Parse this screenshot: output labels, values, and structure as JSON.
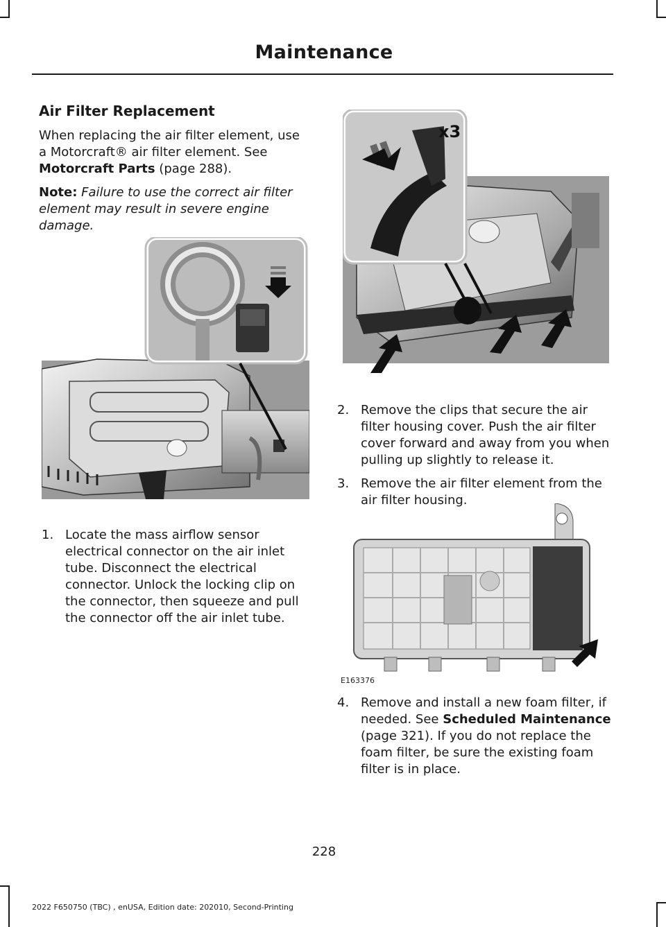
{
  "header": {
    "title": "Maintenance"
  },
  "section": {
    "heading": "Air Filter Replacement",
    "intro_text": "When replacing the air filter element, use a Motorcraft® air filter element.  See ",
    "intro_link": "Motorcraft Parts",
    "intro_page": " (page 288).",
    "note_label": "Note:",
    "note_text": " Failure to use the correct air filter element may result in severe engine damage."
  },
  "steps": [
    {
      "num": "1.",
      "text": "Locate the mass airflow sensor electrical connector on the air inlet tube.  Disconnect the electrical connector.  Unlock the locking clip on the connector, then squeeze and pull the connector off the air inlet tube."
    },
    {
      "num": "2.",
      "text": "Remove the clips that secure the air filter housing cover.  Push the air filter cover forward and away from you when pulling up slightly to release it."
    },
    {
      "num": "3.",
      "text": "Remove the air filter element from the air filter housing."
    },
    {
      "num": "4.",
      "text_a": "Remove and install a new foam filter, if needed.  See ",
      "link": "Scheduled Maintenance",
      "text_b": " (page 321).  If you do not replace the foam filter, be sure the existing foam filter is in place."
    }
  ],
  "figures": {
    "fig2_label": "x3",
    "fig3_code": "E163376"
  },
  "page_number": "228",
  "footer": "2022 F650750 (TBC) , enUSA, Edition date: 202010, Second-Printing"
}
